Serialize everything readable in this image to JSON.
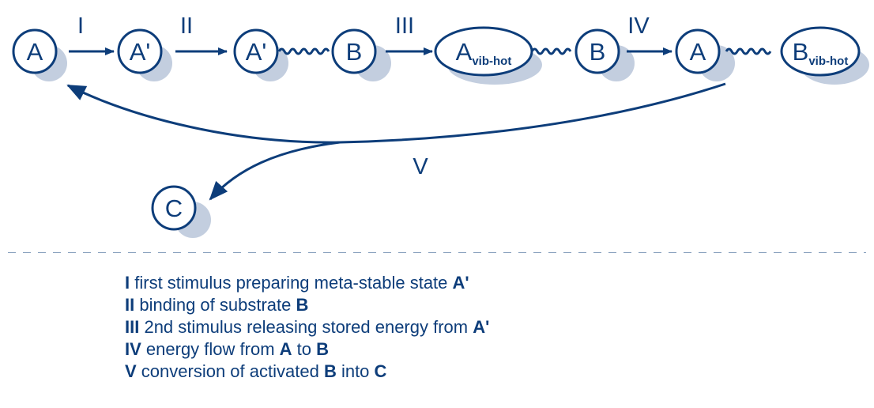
{
  "colors": {
    "primary": "#0d3d7a",
    "shadow": "#c3cedf",
    "background": "#ffffff"
  },
  "states": {
    "a1": "A",
    "a_prime_1": "A'",
    "a_prime_2": "A'",
    "b1": "B",
    "a_vib_hot": {
      "base": "A",
      "sub": "vib-hot"
    },
    "b2": "B",
    "a2": "A",
    "b_vib_hot": {
      "base": "B",
      "sub": "vib-hot"
    },
    "c": "C"
  },
  "steps": {
    "step_i": "I",
    "step_ii": "II",
    "step_iii": "III",
    "step_iv": "IV",
    "step_v": "V"
  },
  "legend": [
    {
      "key": "I",
      "text": " first stimulus preparing meta-stable state ",
      "bold": "A'"
    },
    {
      "key": "II",
      "text": " binding of substrate ",
      "bold": "B"
    },
    {
      "key": "III",
      "text": " 2nd stimulus releasing stored energy from ",
      "bold": "A'"
    },
    {
      "key": "IV",
      "text": " energy flow from ",
      "bold": "A",
      "text2": " to ",
      "bold2": "B"
    },
    {
      "key": "V",
      "text": " conversion of activated ",
      "bold": "B",
      "text2": " into ",
      "bold2": "C"
    }
  ]
}
